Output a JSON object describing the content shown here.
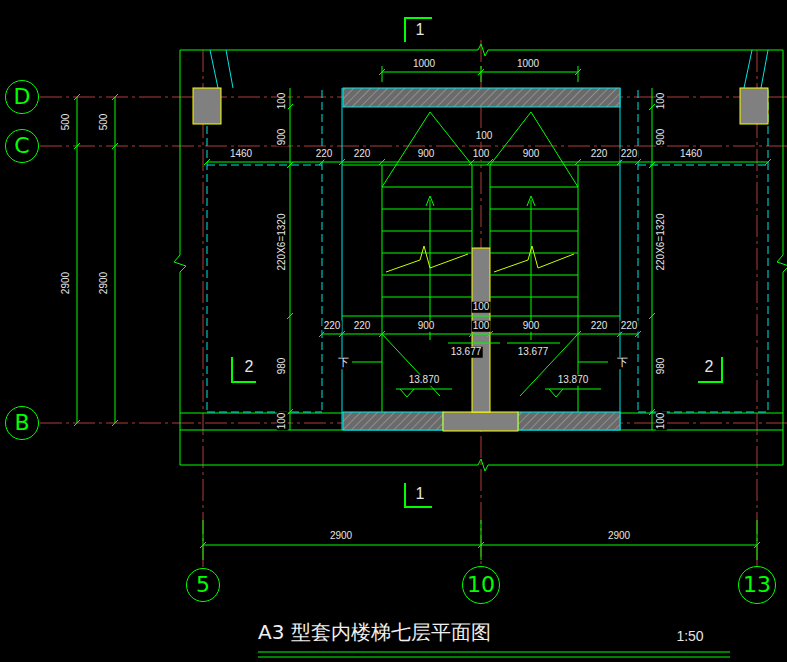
{
  "diagram": {
    "title": "A3 型套内楼梯七层平面图",
    "nodes": [
      {
        "text": [
          "D"
        ]
      },
      {
        "text": [
          "C"
        ]
      },
      {
        "text": [
          "B"
        ]
      },
      {
        "text": [
          "5"
        ]
      },
      {
        "text": [
          "10"
        ]
      },
      {
        "text": [
          "13"
        ]
      }
    ],
    "labels": [
      "1",
      "1000",
      "1000",
      "500",
      "500",
      "100",
      "100",
      "100",
      "900",
      "900",
      "1460",
      "220",
      "220",
      "900",
      "100",
      "900",
      "220",
      "220",
      "1460",
      "2900",
      "2900",
      "220X6=1320",
      "220X6=1320",
      "100",
      "220",
      "220",
      "900",
      "100",
      "900",
      "220",
      "220",
      "13.677",
      "13.677",
      "下",
      "下",
      "2",
      "2",
      "980",
      "980",
      "13.870",
      "13.870",
      "100",
      "100",
      "1",
      "2900",
      "2900",
      "1:50"
    ]
  }
}
